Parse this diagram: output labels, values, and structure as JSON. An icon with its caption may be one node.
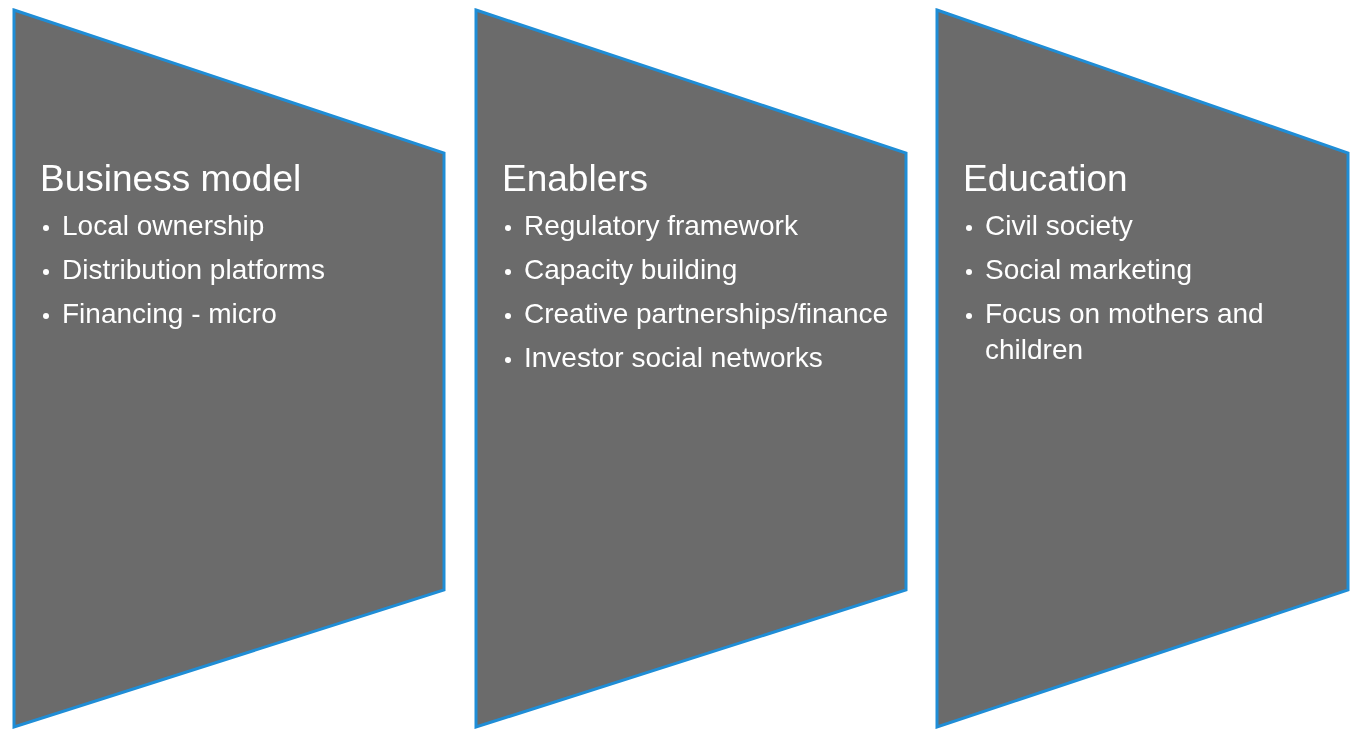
{
  "diagram": {
    "nodes": [
      {
        "text": [
          "Business model",
          "Local ownership",
          "Distribution platforms",
          "Financing - micro"
        ]
      },
      {
        "text": [
          "Enablers",
          "Regulatory framework",
          "Capacity building",
          "Creative partnerships/finance",
          "Investor social networks"
        ]
      },
      {
        "text": [
          "Education",
          "Civil society",
          "Social marketing",
          "Focus on mothers and children"
        ]
      }
    ]
  }
}
